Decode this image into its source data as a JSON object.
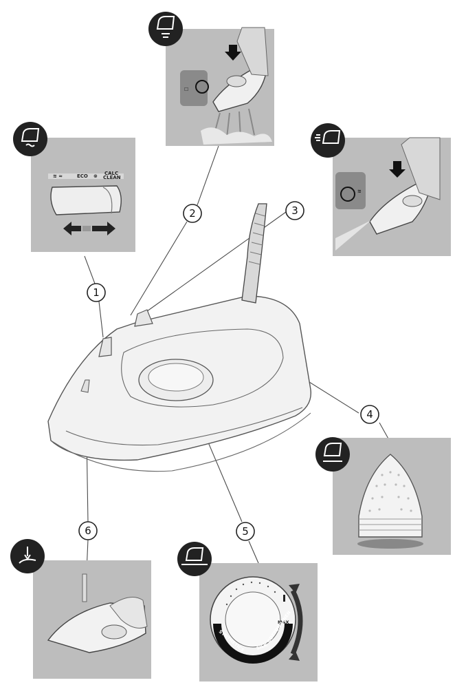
{
  "callouts": [
    {
      "label": "1"
    },
    {
      "label": "2"
    },
    {
      "label": "3"
    },
    {
      "label": "4"
    },
    {
      "label": "5"
    },
    {
      "label": "6"
    }
  ],
  "panels": {
    "steam_slider": {
      "icon": "steam-setting-icon",
      "labels": {
        "eco": "ECO",
        "calc1": "CALC",
        "calc2": "CLEAN"
      }
    },
    "steam_boost": {
      "icon": "steam-boost-icon"
    },
    "spray": {
      "icon": "spray-icon"
    },
    "soleplate": {
      "icon": "soleplate-icon"
    },
    "temperature_dial": {
      "icon": "temperature-icon",
      "labels": {
        "max": "MAX",
        "linen": "COTTON LINEN",
        "silk": "SILK",
        "synthetics": "SYNTHETICS"
      }
    },
    "water_tank": {
      "icon": "water-fill-icon"
    }
  },
  "colors": {
    "panel": "#bdbdbd",
    "badge": "#222222",
    "line": "#4a4a4a"
  }
}
